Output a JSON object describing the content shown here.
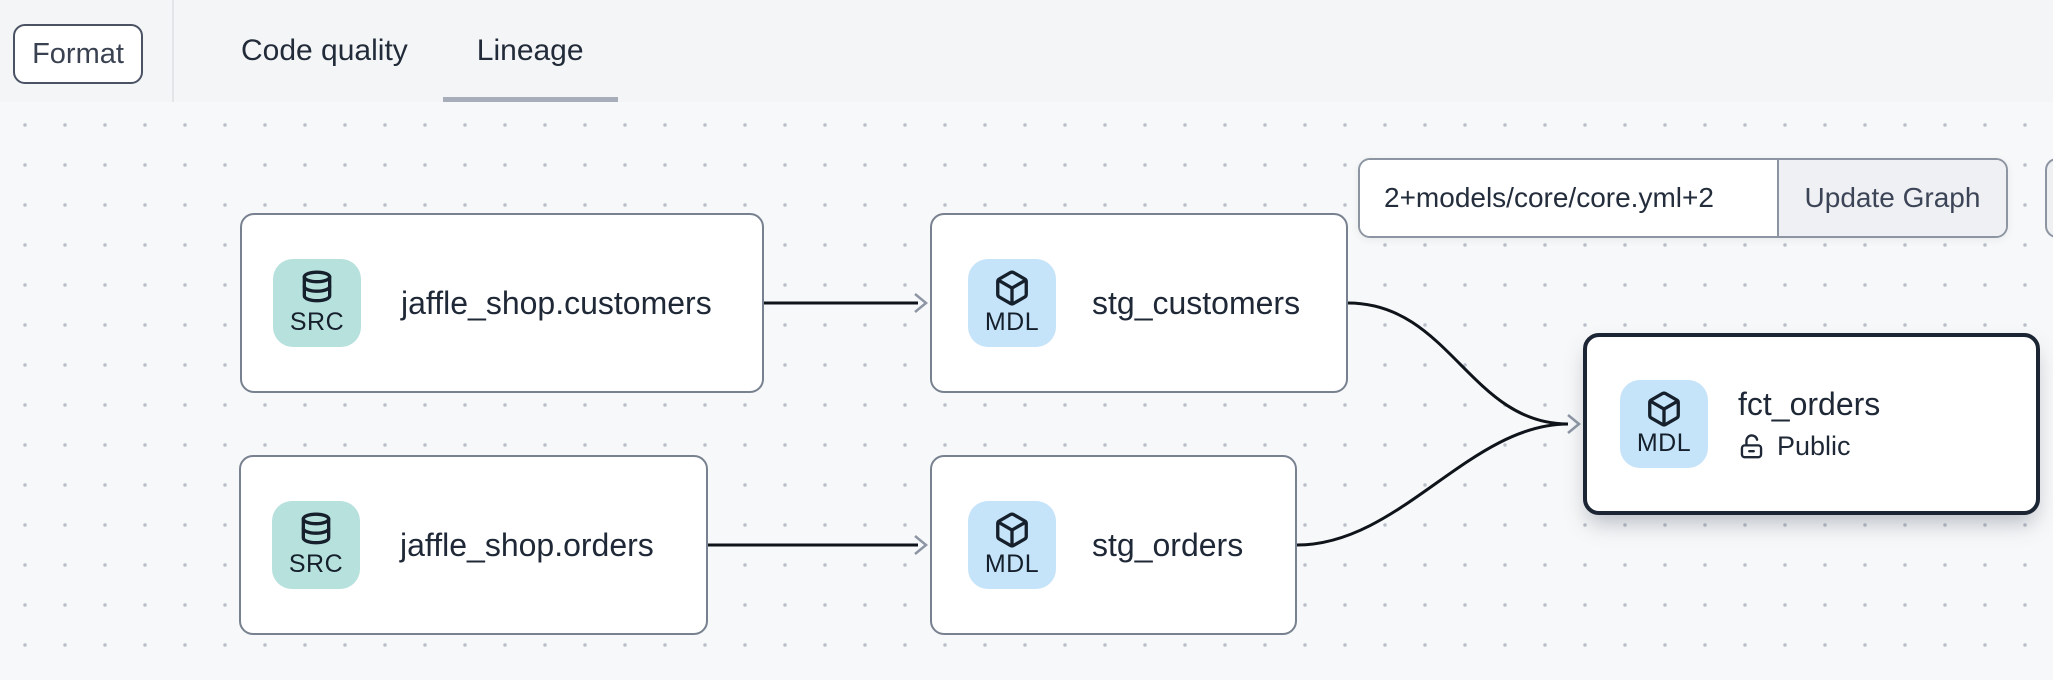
{
  "toolbar": {
    "format_button": "Format",
    "tabs": [
      {
        "label": "Code quality",
        "active": false
      },
      {
        "label": "Lineage",
        "active": true
      }
    ]
  },
  "lineage_controls": {
    "selector_input_value": "2+models/core/core.yml+2",
    "update_button": "Update Graph"
  },
  "graph": {
    "nodes": [
      {
        "id": "jaffle_shop.customers",
        "label": "jaffle_shop.customers",
        "badge": "SRC",
        "type": "source",
        "icon": "database-icon",
        "selected": false
      },
      {
        "id": "jaffle_shop.orders",
        "label": "jaffle_shop.orders",
        "badge": "SRC",
        "type": "source",
        "icon": "database-icon",
        "selected": false
      },
      {
        "id": "stg_customers",
        "label": "stg_customers",
        "badge": "MDL",
        "type": "model",
        "icon": "cube-icon",
        "selected": false
      },
      {
        "id": "stg_orders",
        "label": "stg_orders",
        "badge": "MDL",
        "type": "model",
        "icon": "cube-icon",
        "selected": false
      },
      {
        "id": "fct_orders",
        "label": "fct_orders",
        "badge": "MDL",
        "type": "model",
        "icon": "cube-icon",
        "selected": true,
        "access": "Public",
        "access_icon": "unlock-icon"
      }
    ],
    "edges": [
      {
        "from": "jaffle_shop.customers",
        "to": "stg_customers"
      },
      {
        "from": "jaffle_shop.orders",
        "to": "stg_orders"
      },
      {
        "from": "stg_customers",
        "to": "fct_orders"
      },
      {
        "from": "stg_orders",
        "to": "fct_orders"
      }
    ]
  },
  "colors": {
    "source_tile_bg": "#b7e1dd",
    "model_tile_bg": "#c5e4f9",
    "node_border": "#78818f",
    "selected_node_border": "#1c2533",
    "edge": "#0f141b",
    "arrowhead": "#8e96a5",
    "tab_underline": "#a7aeb9",
    "text_dark": "#1f2836",
    "topbar_bg": "#f4f5f6",
    "canvas_bg": "#f7f8f9"
  }
}
